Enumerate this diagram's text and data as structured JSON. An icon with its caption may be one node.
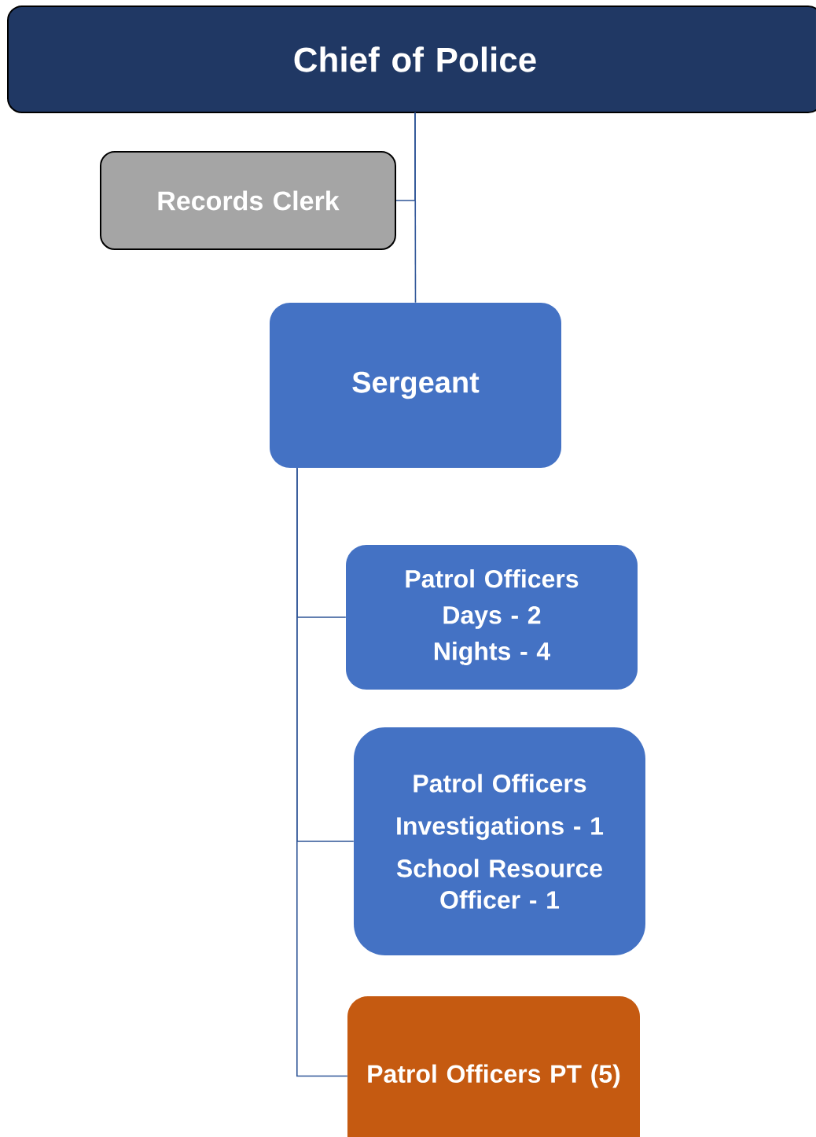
{
  "diagram": {
    "nodes": [
      {
        "text": [
          "Chief of Police"
        ]
      },
      {
        "text": [
          "Records Clerk"
        ]
      },
      {
        "text": [
          "Sergeant"
        ]
      },
      {
        "text": [
          "Patrol Officers",
          "Days - 2",
          "Nights - 4"
        ]
      },
      {
        "text": [
          "Patrol Officers",
          "Investigations - 1",
          "School Resource Officer - 1"
        ]
      },
      {
        "text": [
          "Patrol Officers PT (5)"
        ]
      }
    ],
    "edges": [
      {
        "from": 0,
        "to": 1,
        "arrow": "none"
      },
      {
        "from": 0,
        "to": 2,
        "arrow": "none"
      },
      {
        "from": 2,
        "to": 3,
        "arrow": "none"
      },
      {
        "from": 2,
        "to": 4,
        "arrow": "none"
      },
      {
        "from": 2,
        "to": 5,
        "arrow": "none"
      }
    ]
  }
}
